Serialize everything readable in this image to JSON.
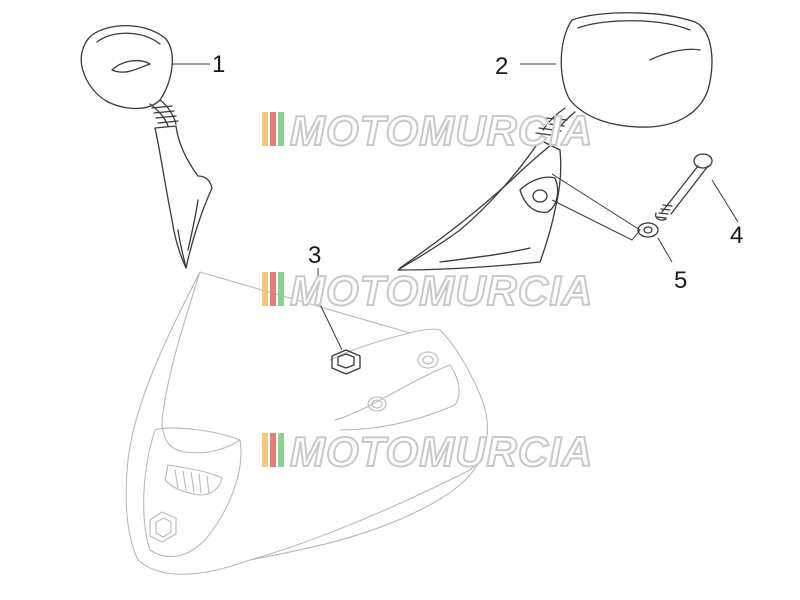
{
  "watermark": {
    "text": "MOTOMURCIA",
    "stripe_colors": [
      "#f2c97a",
      "#e57c7c",
      "#8fcf8f"
    ]
  },
  "callouts": [
    {
      "id": "1",
      "label": "1"
    },
    {
      "id": "2",
      "label": "2"
    },
    {
      "id": "3",
      "label": "3"
    },
    {
      "id": "4",
      "label": "4"
    },
    {
      "id": "5",
      "label": "5"
    }
  ]
}
